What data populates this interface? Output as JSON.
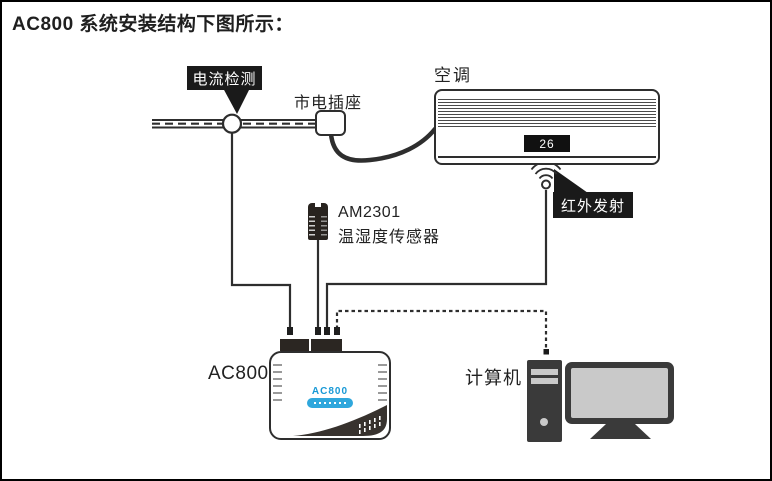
{
  "title": "AC800 系统安装结构下图所示：",
  "callouts": {
    "current_detection": "电流检测",
    "ir_emit": "红外发射"
  },
  "labels": {
    "mains_socket": "市电插座",
    "air_conditioner": "空调",
    "sensor_model": "AM2301",
    "sensor_type": "温湿度传感器",
    "ac800": "AC800",
    "computer": "计算机"
  },
  "ac_unit": {
    "display_value": "26"
  },
  "ac800_device": {
    "logo_text": "AC800"
  },
  "icons": {
    "plug": "plug-icon",
    "ir_waves": "ir-signal-icon",
    "current_transformer": "current-clamp-icon"
  },
  "colors": {
    "line": "#2e2e2e",
    "callout_bg": "#1a1a1a",
    "callout_text": "#ffffff",
    "dark_fill": "#3a3a3a",
    "screen_gray": "#c9c9c9",
    "logo_blue": "#1899d6",
    "display_bg": "#111111",
    "display_text": "#ffffff"
  }
}
